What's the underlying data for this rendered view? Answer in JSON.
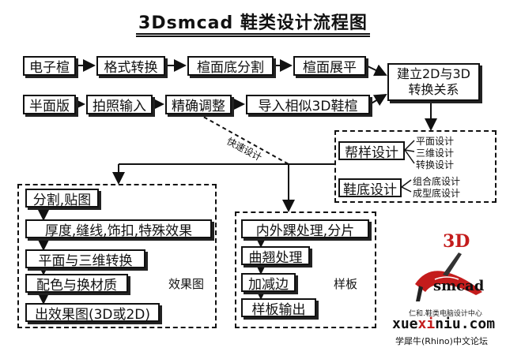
{
  "title": "3Dsmcad 鞋类设计流程图",
  "row1": [
    "电子楦",
    "格式转换",
    "楦面底分割",
    "楦面展平"
  ],
  "row2": [
    "半面版",
    "拍照输入",
    "精确调整",
    "导入相似3D鞋楦"
  ],
  "establish": [
    "建立2D与3D",
    "转换关系"
  ],
  "shortcut_label": "快速设计",
  "upper_design": "帮样设计",
  "upper_subs": [
    "平面设计",
    "三维设计",
    "转换设计"
  ],
  "sole_design": "鞋底设计",
  "sole_subs": [
    "组合底设计",
    "成型底设计"
  ],
  "effect_steps": [
    "分割,贴图",
    "厚度,缝线,饰扣,特殊效果",
    "平面与三维转换",
    "配色与换材质",
    "出效果图(3D或2D)"
  ],
  "effect_label": "效果图",
  "pattern_steps": [
    "内外踝处理,分片",
    "曲翘处理",
    "加减边",
    "样板输出"
  ],
  "pattern_label": "样板",
  "logo": {
    "mark": "3D",
    "name": "smcad"
  },
  "footer": {
    "company": "仁和.鞋类电脑设计中心",
    "site_pre": "xue",
    "site_hl": "xi",
    "site_post": "niu.com",
    "forum": "学犀牛(Rhino)中文论坛"
  }
}
